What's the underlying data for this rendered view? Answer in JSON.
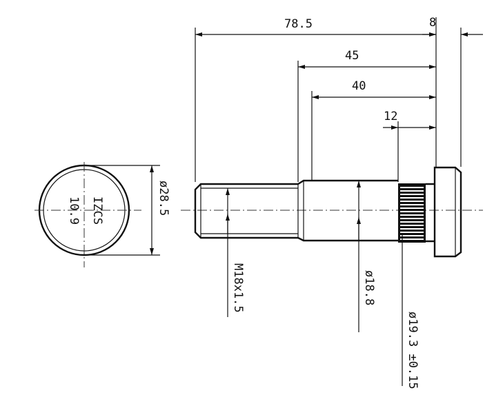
{
  "drawing": {
    "dimensions": {
      "overall_length": "78.5",
      "head_thickness": "8",
      "length_45": "45",
      "length_40": "40",
      "knurl_length": "12",
      "head_diameter": "ø28.5",
      "thread": "M18x1.5",
      "shank_diameter": "ø18.8",
      "knurl_diameter": "ø19.3 ±0.15"
    },
    "head_marking": {
      "line1": "IZCS",
      "line2": "10.9"
    }
  }
}
